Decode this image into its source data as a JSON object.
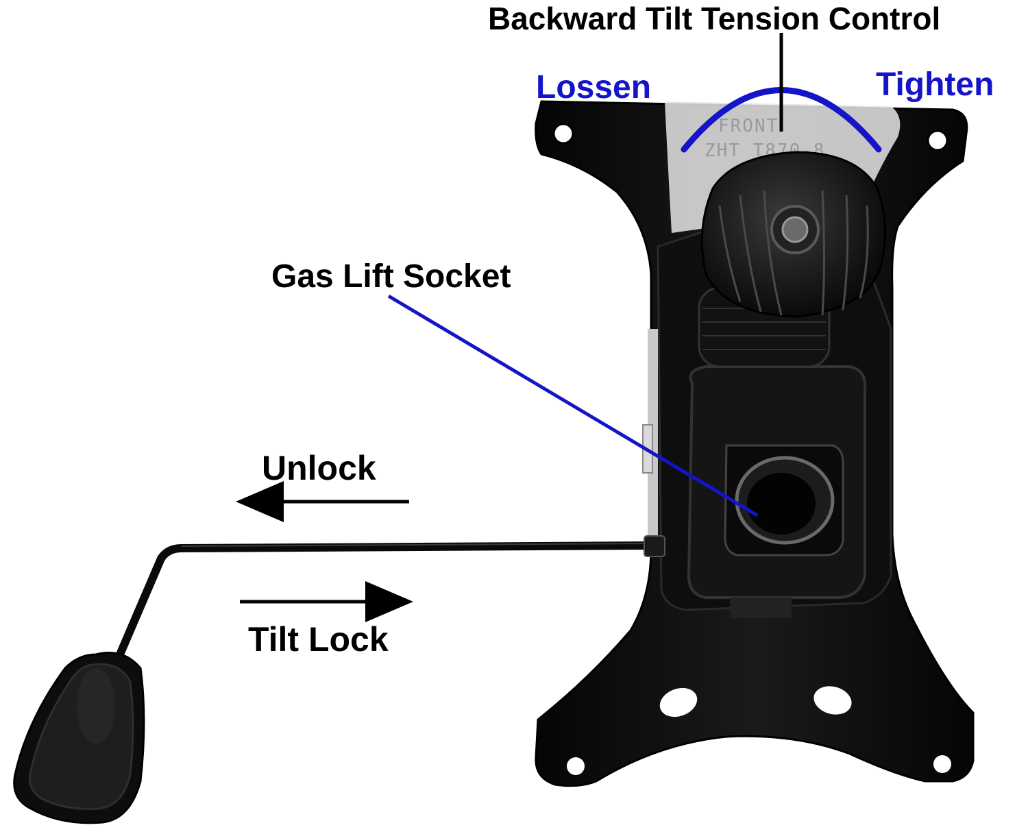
{
  "labels": {
    "tension_control": "Backward Tilt Tension Control",
    "loosen": "Lossen",
    "tighten": "Tighten",
    "gas_lift": "Gas Lift Socket",
    "unlock": "Unlock",
    "tilt_lock": "Tilt Lock"
  },
  "plate_stamp": {
    "line1": "FRONT",
    "line2": "ZHT T870-8"
  },
  "colors": {
    "label_text": "#000000",
    "direction_text": "#1414c8",
    "blue_leader": "#1414c8",
    "metal_plate": "#0a0a0a",
    "metal_highlight": "#3a3a3a",
    "background": "#ffffff"
  }
}
